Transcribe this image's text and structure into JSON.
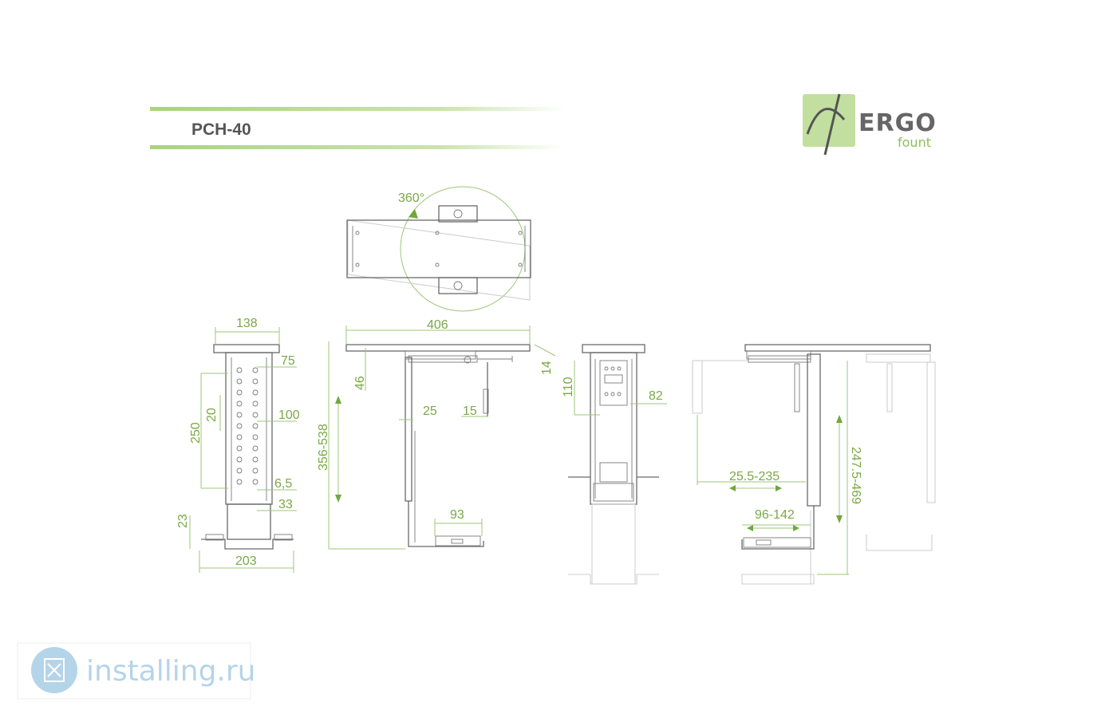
{
  "header": {
    "title": "PCH-40"
  },
  "logo": {
    "word": "ERGO",
    "sub": "fount"
  },
  "watermark": {
    "text": "installing.ru"
  },
  "colors": {
    "accent": "#7aa845",
    "line": "#6a6a6a",
    "ghost": "#cfcfcf",
    "watermark": "#b4d4ea"
  },
  "dimensions": {
    "rotation": "360°",
    "w138": "138",
    "d75": "75",
    "h250": "250",
    "d20": "20",
    "d100": "100",
    "d6_5": "6,5",
    "d33": "33",
    "d23": "23",
    "w203": "203",
    "w406": "406",
    "d46": "46",
    "d14": "14",
    "h356_538": "356-538",
    "d25": "25",
    "d15": "15",
    "d93": "93",
    "d110": "110",
    "d82": "82",
    "r25_5_235": "25.5-235",
    "r96_142": "96-142",
    "h247_5_469": "247.5-469"
  }
}
